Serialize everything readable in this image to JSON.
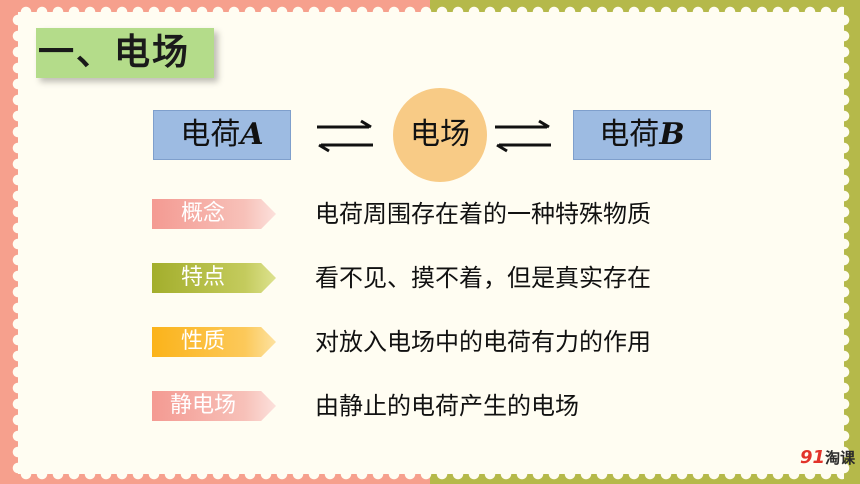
{
  "section_title": "一、电场",
  "diagram": {
    "charge_a": {
      "prefix": "电荷",
      "letter": "A"
    },
    "field": "电场",
    "charge_b": {
      "prefix": "电荷",
      "letter": "B"
    }
  },
  "rows": [
    {
      "tag": "概念",
      "text": "电荷周围存在着的一种特殊物质"
    },
    {
      "tag": "特点",
      "text": "看不见、摸不着，但是真实存在"
    },
    {
      "tag": "性质",
      "text": "对放入电场中的电荷有力的作用"
    },
    {
      "tag": "静电场",
      "text": "由静止的电荷产生的电场"
    }
  ],
  "logo": {
    "mark": "91",
    "text": "淘课"
  },
  "colors": {
    "frame_left": "#f6a08d",
    "frame_right": "#b5b94a",
    "title_bg": "#b4dc8a",
    "charge_box": "#9dbbe2",
    "field_circle": "#f8cb86",
    "tag_concept": "#f49a92",
    "tag_feature": "#a3ae2c",
    "tag_property": "#fbb31a",
    "tag_static": "#f49a92"
  },
  "icons": [
    "arrow-pair-left-icon",
    "arrow-pair-right-icon",
    "logo-mark-icon"
  ]
}
